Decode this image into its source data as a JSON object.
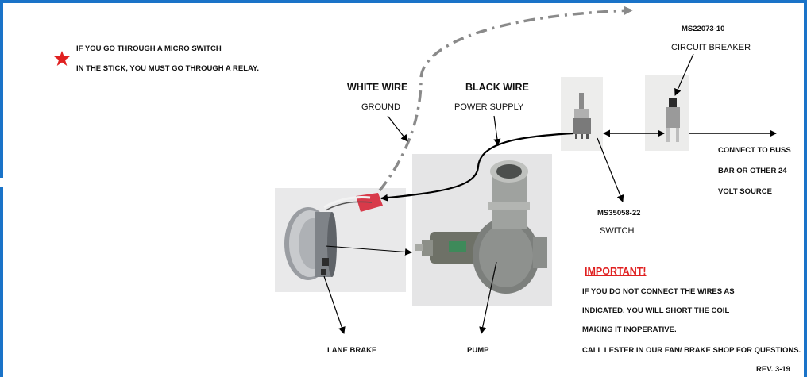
{
  "note": {
    "line1": "IF YOU GO THROUGH A MICRO SWITCH",
    "line2": "IN THE STICK, YOU MUST GO THROUGH A RELAY."
  },
  "white_wire": {
    "line1": "WHITE WIRE",
    "line2": "GROUND"
  },
  "black_wire": {
    "line1": "BLACK WIRE",
    "line2": "POWER SUPPLY"
  },
  "circuit_breaker": {
    "part_number": "MS22073-10",
    "label": "CIRCUIT BREAKER"
  },
  "switch": {
    "part_number": "MS35058-22",
    "label": "SWITCH"
  },
  "buss": {
    "line1": "CONNECT TO BUSS",
    "line2": "BAR OR OTHER 24",
    "line3": "VOLT SOURCE"
  },
  "important": {
    "title": "IMPORTANT!",
    "line1": "IF YOU DO NOT CONNECT THE WIRES AS",
    "line2": "INDICATED,  YOU WILL SHORT THE COIL",
    "line3": "MAKING IT INOPERATIVE.",
    "line4": "CALL LESTER IN OUR FAN/ BRAKE SHOP FOR QUESTIONS."
  },
  "lane_brake": "LANE BRAKE",
  "pump": "PUMP",
  "revision": "REV. 3-19",
  "colors": {
    "frame": "#1a73c8",
    "star": "#e02020",
    "important": "#e02020"
  }
}
